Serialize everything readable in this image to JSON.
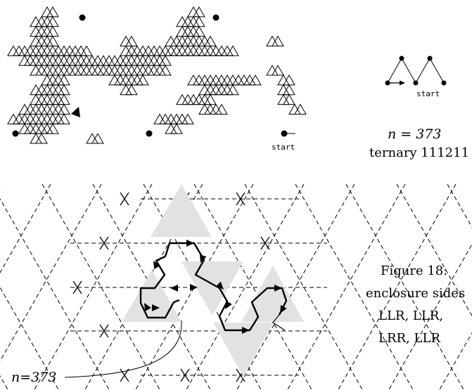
{
  "top_curve": {
    "start_label": "start"
  },
  "seed_curve": {
    "start_label": "start"
  },
  "caption_top": {
    "n_text": "n = 373",
    "ternary_text": "ternary 111211"
  },
  "bottom": {
    "n_label": "n=373"
  },
  "figure": {
    "title": "Figure 18:",
    "line1": "enclosure sides",
    "line2": "LLR, LLR,",
    "line3": "LRR, LLR"
  }
}
